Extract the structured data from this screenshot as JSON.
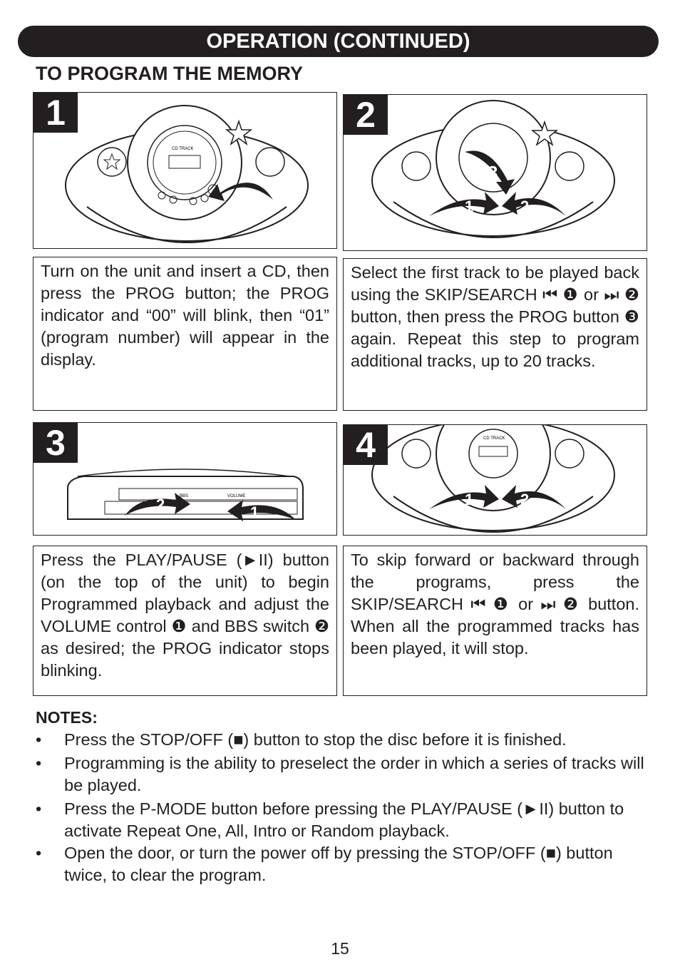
{
  "header": {
    "title": "OPERATION (CONTINUED)"
  },
  "section": {
    "title": "TO PROGRAM THE MEMORY"
  },
  "steps": [
    {
      "number": "1",
      "text": "Turn on the unit and insert a CD, then press the PROG button;  the PROG indicator and “00” will blink, then “01” (program number) will appear in the display."
    },
    {
      "number": "2",
      "text": "Select the first track to be played back using the SKIP/SEARCH ⏮ ❶ or ⏭ ❷ button, then press the PROG button ❸ again. Repeat this step to program additional tracks, up to 20 tracks."
    },
    {
      "number": "3",
      "text": "Press the PLAY/PAUSE (►II) button (on the top of the unit) to begin Programmed playback and adjust the VOLUME control ❶ and BBS switch ❷ as desired; the PROG indicator stops blinking."
    },
    {
      "number": "4",
      "text": "To skip forward or backward through the programs, press the SKIP/SEARCH ⏮ ❶ or ⏭ ❷ button. When all the programmed tracks has been played, it will stop."
    }
  ],
  "figure_labels": {
    "cd_track": "CD TRACK",
    "callout_1": "1",
    "callout_2": "2",
    "callout_3": "3",
    "side_bbs": "BBS",
    "side_volume": "VOLUME"
  },
  "notes": {
    "title": "NOTES:",
    "bullet": "•",
    "items": [
      "Press the STOP/OFF (■) button to stop the disc before it is finished.",
      "Programming is the ability to preselect the order in which a series of tracks will be played.",
      "Press the P-MODE button before pressing the PLAY/PAUSE (►II) button to activate Repeat One, All, Intro or Random playback.",
      "Open the door, or turn the power off by pressing the STOP/OFF (■) button twice, to clear the program."
    ]
  },
  "page": {
    "number": "15"
  },
  "colors": {
    "ink": "#231f20",
    "paper": "#ffffff"
  }
}
